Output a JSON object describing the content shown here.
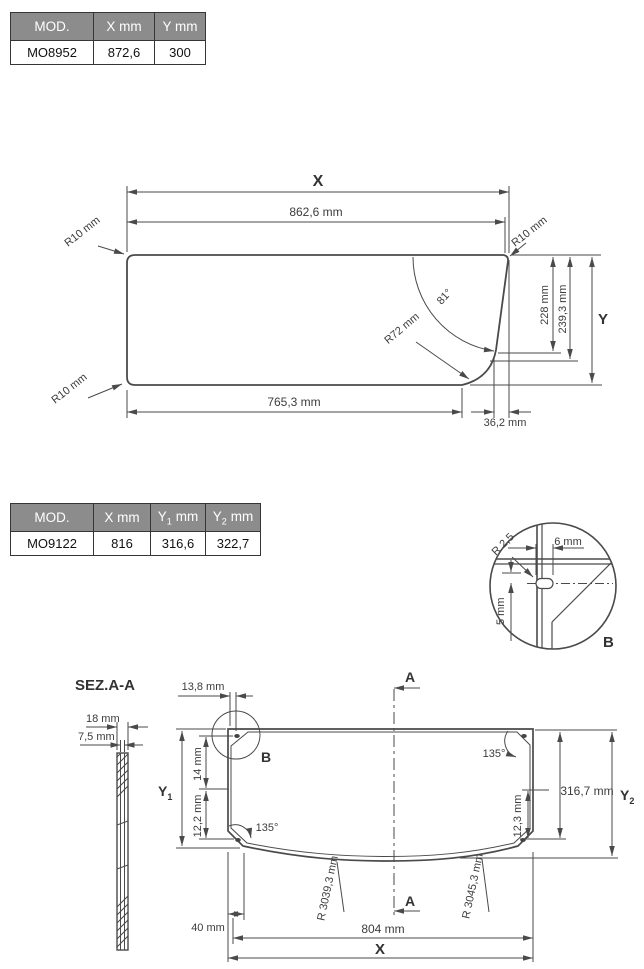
{
  "table_mo8952": {
    "headers": [
      "MOD.",
      "X mm",
      "Y mm"
    ],
    "row": [
      "MO8952",
      "872,6",
      "300"
    ]
  },
  "table_mo9122": {
    "header_mod": "MOD.",
    "header_x": "X mm",
    "header_y1": {
      "base": "Y",
      "sub": "1",
      "unit": "mm"
    },
    "header_y2": {
      "base": "Y",
      "sub": "2",
      "unit": "mm"
    },
    "row": [
      "MO9122",
      "816",
      "316,6",
      "322,7"
    ]
  },
  "drawing1": {
    "x_label": "X",
    "x_value": "862,6 mm",
    "r10_top_left": "R10 mm",
    "r10_top_right": "R10 mm",
    "r10_bottom_left": "R10 mm",
    "angle": "81°",
    "r72": "R72 mm",
    "dim_228": "228 mm",
    "dim_239": "239,3 mm",
    "y_label": "Y",
    "dim_765": "765,3 mm",
    "dim_36": "36,2 mm"
  },
  "detail_b": {
    "radius": "R 2,5",
    "width": "6 mm",
    "height": "5 mm",
    "label": "B"
  },
  "section": {
    "title": "SEZ.A-A",
    "outer": "18 mm",
    "inner": "7,5 mm"
  },
  "drawing2": {
    "dim_138": "13,8 mm",
    "section_a": "A",
    "section_a_bottom": "A",
    "detail_b_label": "B",
    "dim_14": "14 mm",
    "dim_122": "12,2 mm",
    "y1": {
      "base": "Y",
      "sub": "1"
    },
    "angle_top_right": "135°",
    "angle_bottom_left": "135°",
    "dim_123": "12,3 mm",
    "dim_3167": "316,7 mm",
    "y2": {
      "base": "Y",
      "sub": "2"
    },
    "radius_left": "R 3039,3 mm",
    "radius_right": "R 3045,3 mm",
    "dim_40": "40 mm",
    "dim_804": "804 mm",
    "x_label": "X"
  }
}
